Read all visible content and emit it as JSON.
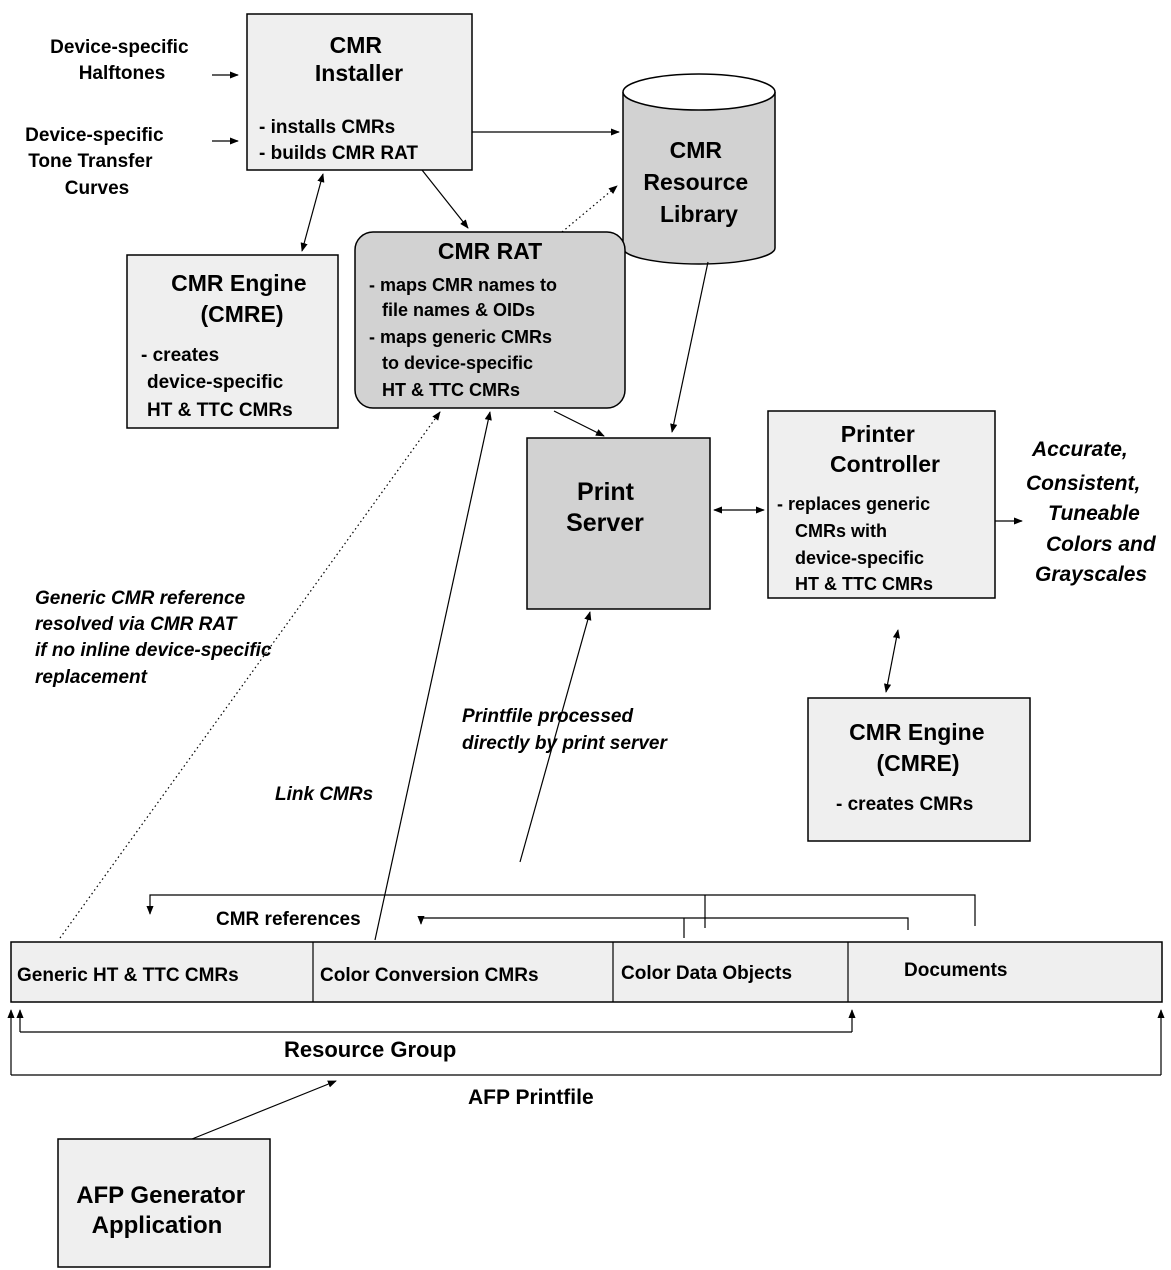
{
  "inputs": {
    "halftones": [
      "Device-specific",
      "Halftones"
    ],
    "ttc": [
      "Device-specific",
      "Tone Transfer",
      "Curves"
    ]
  },
  "installer": {
    "title": [
      "CMR",
      "Installer"
    ],
    "bullets": [
      "- installs CMRs",
      "- builds CMR RAT"
    ]
  },
  "library": {
    "title": [
      "CMR",
      "Resource",
      "Library"
    ]
  },
  "rat": {
    "title": "CMR RAT",
    "lines": [
      "- maps CMR names to",
      "file names & OIDs",
      "- maps generic CMRs",
      "to device-specific",
      "HT & TTC CMRs"
    ]
  },
  "engine_top": {
    "title": [
      "CMR Engine",
      "(CMRE)"
    ],
    "lines": [
      "- creates",
      "device-specific",
      "HT & TTC CMRs"
    ]
  },
  "print_server": {
    "title": [
      "Print",
      "Server"
    ]
  },
  "printer_controller": {
    "title": [
      "Printer",
      "Controller"
    ],
    "lines": [
      "- replaces generic",
      "CMRs with",
      "device-specific",
      "HT & TTC CMRs"
    ]
  },
  "output": {
    "lines": [
      "Accurate,",
      "Consistent,",
      "Tuneable",
      "Colors and",
      "Grayscales"
    ]
  },
  "engine_bottom": {
    "title": [
      "CMR Engine",
      "(CMRE)"
    ],
    "lines": [
      "- creates CMRs"
    ]
  },
  "notes": {
    "generic_ref": [
      "Generic CMR reference",
      "resolved via CMR RAT",
      "if no inline device-specific",
      "replacement"
    ],
    "printfile_processed": [
      "Printfile processed",
      "directly by print server"
    ],
    "link_cmrs": "Link CMRs",
    "cmr_references": "CMR references"
  },
  "printfile_segments": [
    "Generic HT & TTC CMRs",
    "Color Conversion CMRs",
    "Color Data Objects",
    "Documents"
  ],
  "resource_group": "Resource Group",
  "afp_printfile": "AFP Printfile",
  "generator": {
    "title": [
      "AFP Generator",
      "Application"
    ]
  }
}
